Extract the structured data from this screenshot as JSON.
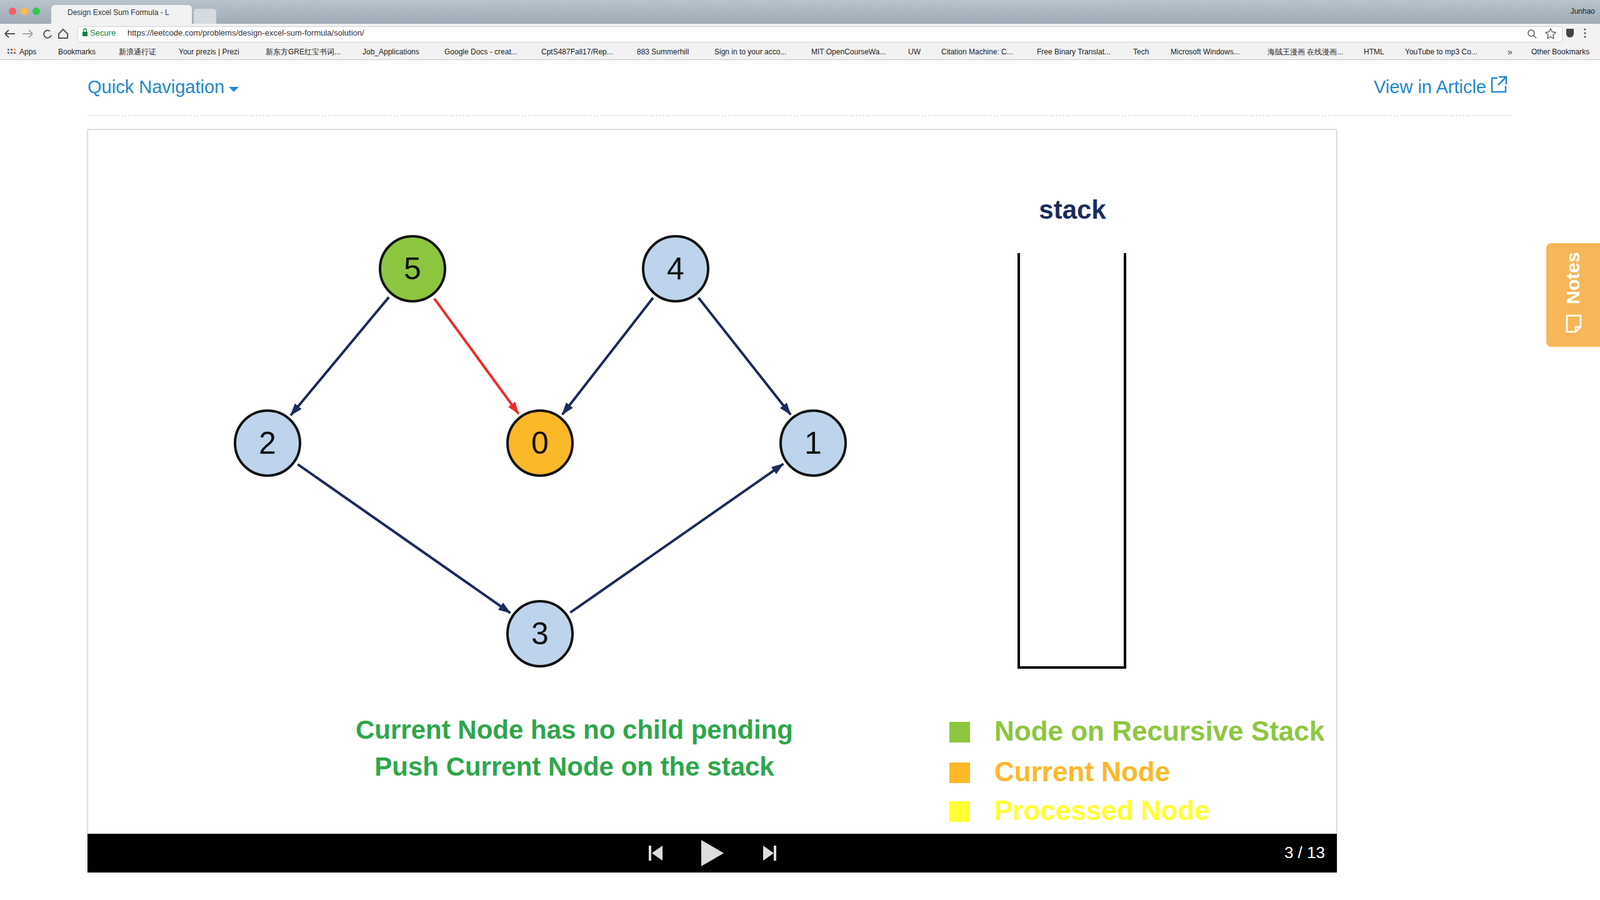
{
  "diagram": {
    "nodes": [
      {
        "text": [
          "5"
        ]
      },
      {
        "text": [
          "4"
        ]
      },
      {
        "text": [
          "2"
        ]
      },
      {
        "text": [
          "0"
        ]
      },
      {
        "text": [
          "1"
        ]
      },
      {
        "text": [
          "3"
        ]
      }
    ],
    "edges": [
      {
        "from": 0,
        "to": 2,
        "arrow": "to"
      },
      {
        "from": 0,
        "to": 3,
        "arrow": "to"
      },
      {
        "from": 1,
        "to": 3,
        "arrow": "to"
      },
      {
        "from": 1,
        "to": 4,
        "arrow": "to"
      },
      {
        "from": 2,
        "to": 5,
        "arrow": "to"
      },
      {
        "from": 5,
        "to": 4,
        "arrow": "to"
      }
    ],
    "labels": [
      "Design Excel Sum Formula - L",
      "Junhao",
      "Secure",
      "https://leetcode.com/problems/design-excel-sum-formula/solution/",
      "Apps",
      "Bookmarks",
      "新浪通行证",
      "Your prezis | Prezi",
      "新东方GRE红宝书词...",
      "Job_Applications",
      "Google Docs - creat...",
      "CptS487Fall17/Rep...",
      "883 Summerhill",
      "Sign in to your acco...",
      "MIT OpenCourseWa...",
      "UW",
      "Citation Machine: C...",
      "Free Binary Translat...",
      "Tech",
      "Microsoft Windows...",
      "海賊王漫画 在线漫画...",
      "HTML",
      "YouTube to mp3 Co...",
      "»",
      "Other Bookmarks",
      "Quick Navigation",
      "View in Article",
      "Notes",
      "stack",
      "Current Node has no child pending",
      "Push Current Node on the stack",
      "3 / 13"
    ],
    "legend": [
      {
        "text": "Node on Recursive Stack",
        "color": "#8dc63f"
      },
      {
        "text": "Current Node",
        "color": "#fbb829"
      },
      {
        "text": "Processed Node",
        "color": "#ffff33"
      }
    ]
  }
}
